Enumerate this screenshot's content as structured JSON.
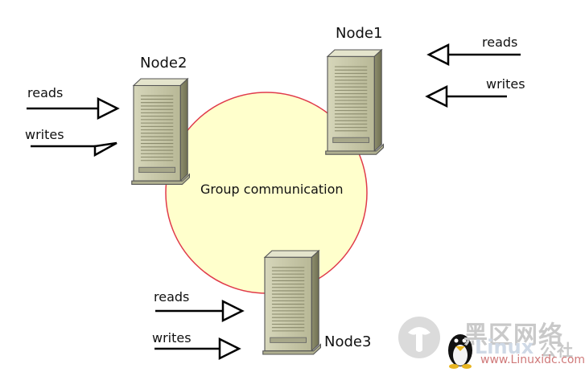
{
  "diagram": {
    "center_label": "Group communication",
    "nodes": [
      {
        "label": "Node1",
        "reads": "reads",
        "writes": "writes"
      },
      {
        "label": "Node2",
        "reads": "reads",
        "writes": "writes"
      },
      {
        "label": "Node3",
        "reads": "reads",
        "writes": "writes"
      }
    ],
    "circle_fill": "#ffffcc",
    "circle_stroke": "#e03a4a",
    "server_color": "#c8c8a8"
  },
  "watermark": {
    "title_cn": "黑区网络",
    "brand": "Linux",
    "brand_suffix": "公社",
    "url": "www.Linuxidc.com"
  }
}
